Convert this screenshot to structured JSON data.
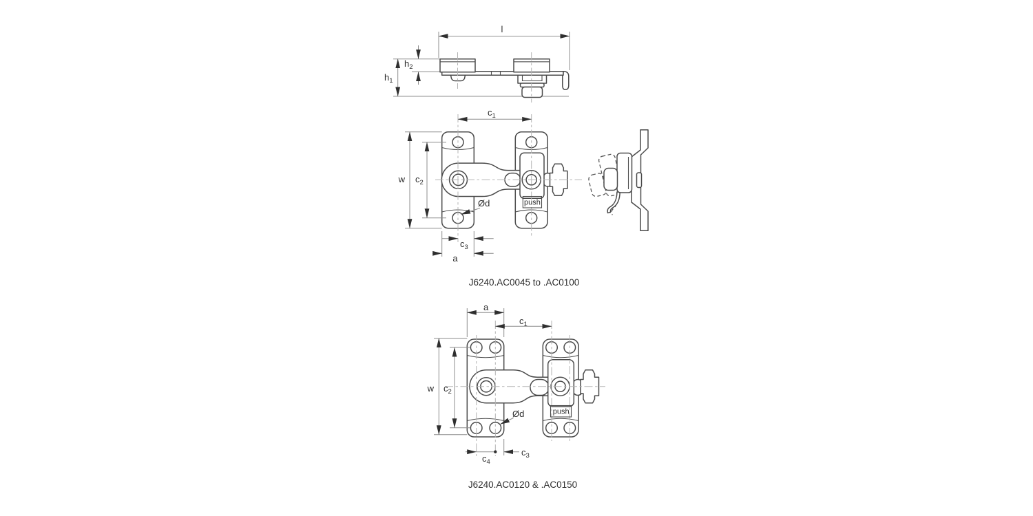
{
  "colors": {
    "line": "#4a4a4a",
    "dim": "#8c8c8c",
    "centerline": "#b3b3b3",
    "arrow": "#2f2f2f",
    "text": "#2d2d2d",
    "background": "#ffffff"
  },
  "figure1": {
    "caption": "J6240.AC0045 to .AC0100",
    "top_view": {
      "length_label": "l",
      "height1": {
        "base": "h",
        "sub": "1"
      },
      "height2": {
        "base": "h",
        "sub": "2"
      }
    },
    "front_view": {
      "width_label": "w",
      "a_label": "a",
      "c1": {
        "base": "c",
        "sub": "1"
      },
      "c2": {
        "base": "c",
        "sub": "2"
      },
      "c3": {
        "base": "c",
        "sub": "3"
      },
      "hole_diameter_label": "Ød",
      "push_button_label": "push"
    }
  },
  "figure2": {
    "caption": "J6240.AC0120 & .AC0150",
    "front_view": {
      "width_label": "w",
      "a_label": "a",
      "c1": {
        "base": "c",
        "sub": "1"
      },
      "c2": {
        "base": "c",
        "sub": "2"
      },
      "c3": {
        "base": "c",
        "sub": "3"
      },
      "c4": {
        "base": "c",
        "sub": "4"
      },
      "hole_diameter_label": "Ød",
      "push_button_label": "push"
    }
  }
}
